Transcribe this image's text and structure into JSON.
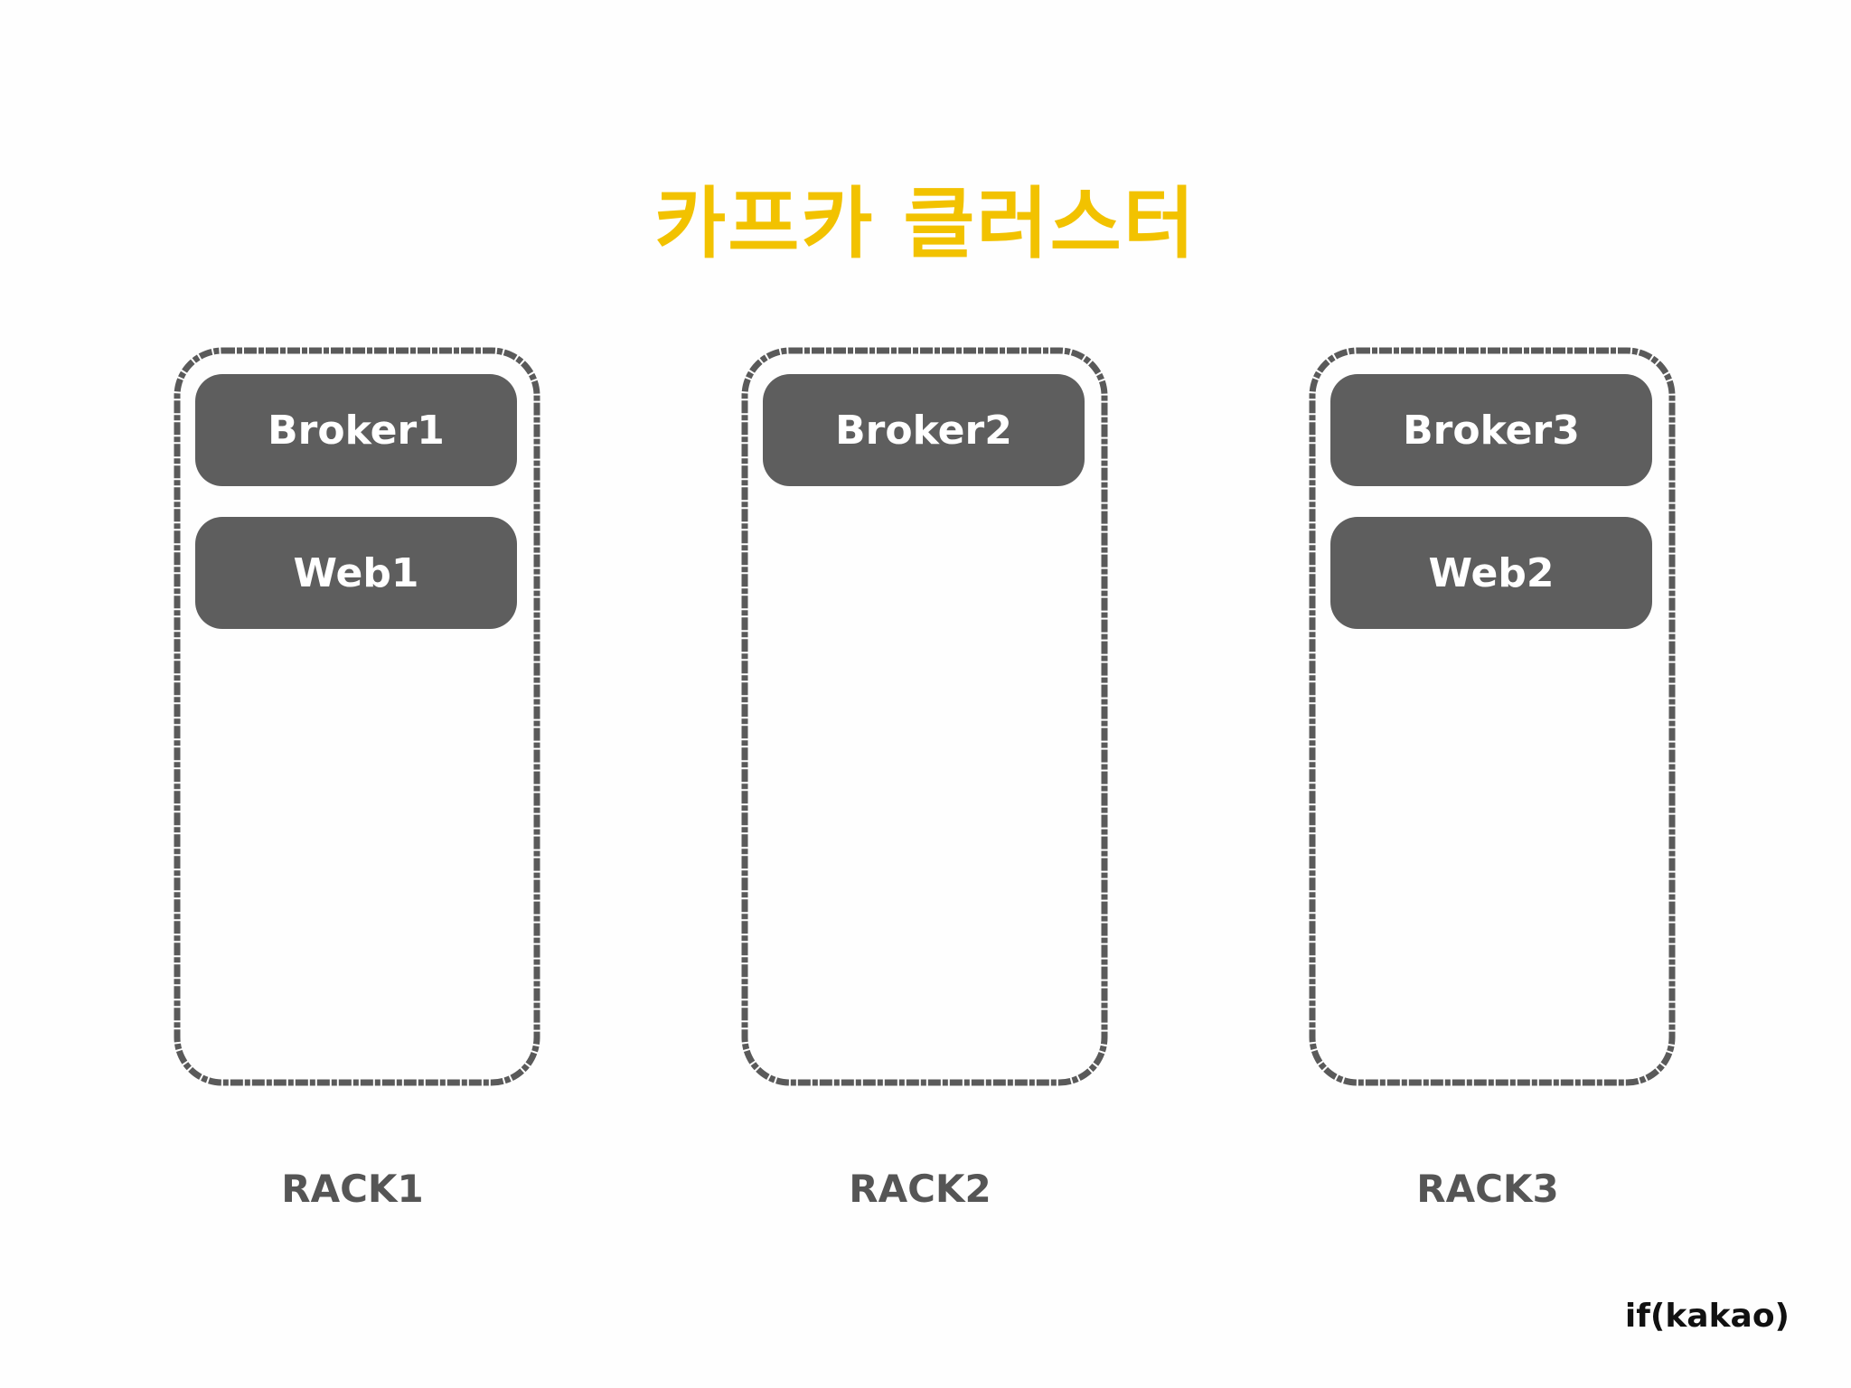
{
  "title": "카프카 클러스터",
  "brand": "if(kakao)",
  "colors": {
    "title": "#f2c200",
    "node_fill": "#5e5e5e",
    "rack_border": "#5a5a5a",
    "label": "#555555"
  },
  "racks": [
    {
      "label": "RACK1",
      "nodes": [
        "Broker1",
        "Web1"
      ]
    },
    {
      "label": "RACK2",
      "nodes": [
        "Broker2"
      ]
    },
    {
      "label": "RACK3",
      "nodes": [
        "Broker3",
        "Web2"
      ]
    }
  ]
}
